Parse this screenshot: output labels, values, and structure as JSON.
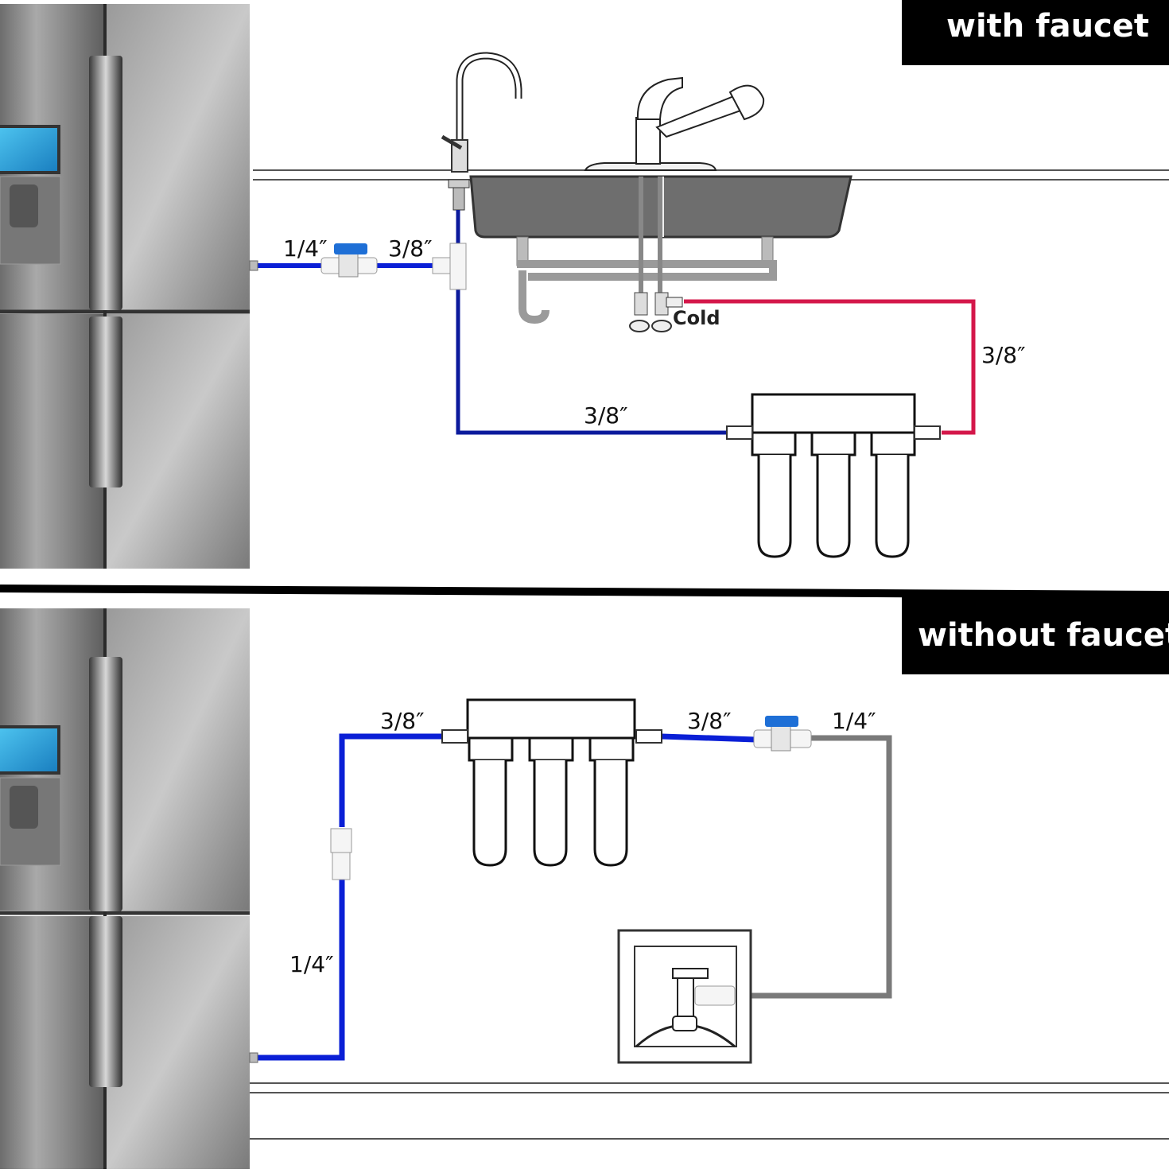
{
  "panels": {
    "top": {
      "title": "with faucet"
    },
    "bottom": {
      "title": "without faucet"
    }
  },
  "labels": {
    "top_quarter_inch": "1/4″",
    "top_tee_three_eighths": "3/8″",
    "top_filter_inlet": "3/8″",
    "top_red_line": "3/8″",
    "cold_valve": "Cold",
    "bottom_filter_inlet": "3/8″",
    "bottom_filter_outlet": "3/8″",
    "bottom_gray_line": "1/4″",
    "bottom_blue_vertical": "1/4″"
  },
  "colors": {
    "blue_line": "#0a1fd6",
    "dark_blue_line": "#0b1a9c",
    "red_line": "#d4174a",
    "gray_line": "#7a7a7a",
    "badge_bg": "#000000",
    "badge_text": "#ffffff",
    "valve_handle": "#1e6fd6"
  }
}
